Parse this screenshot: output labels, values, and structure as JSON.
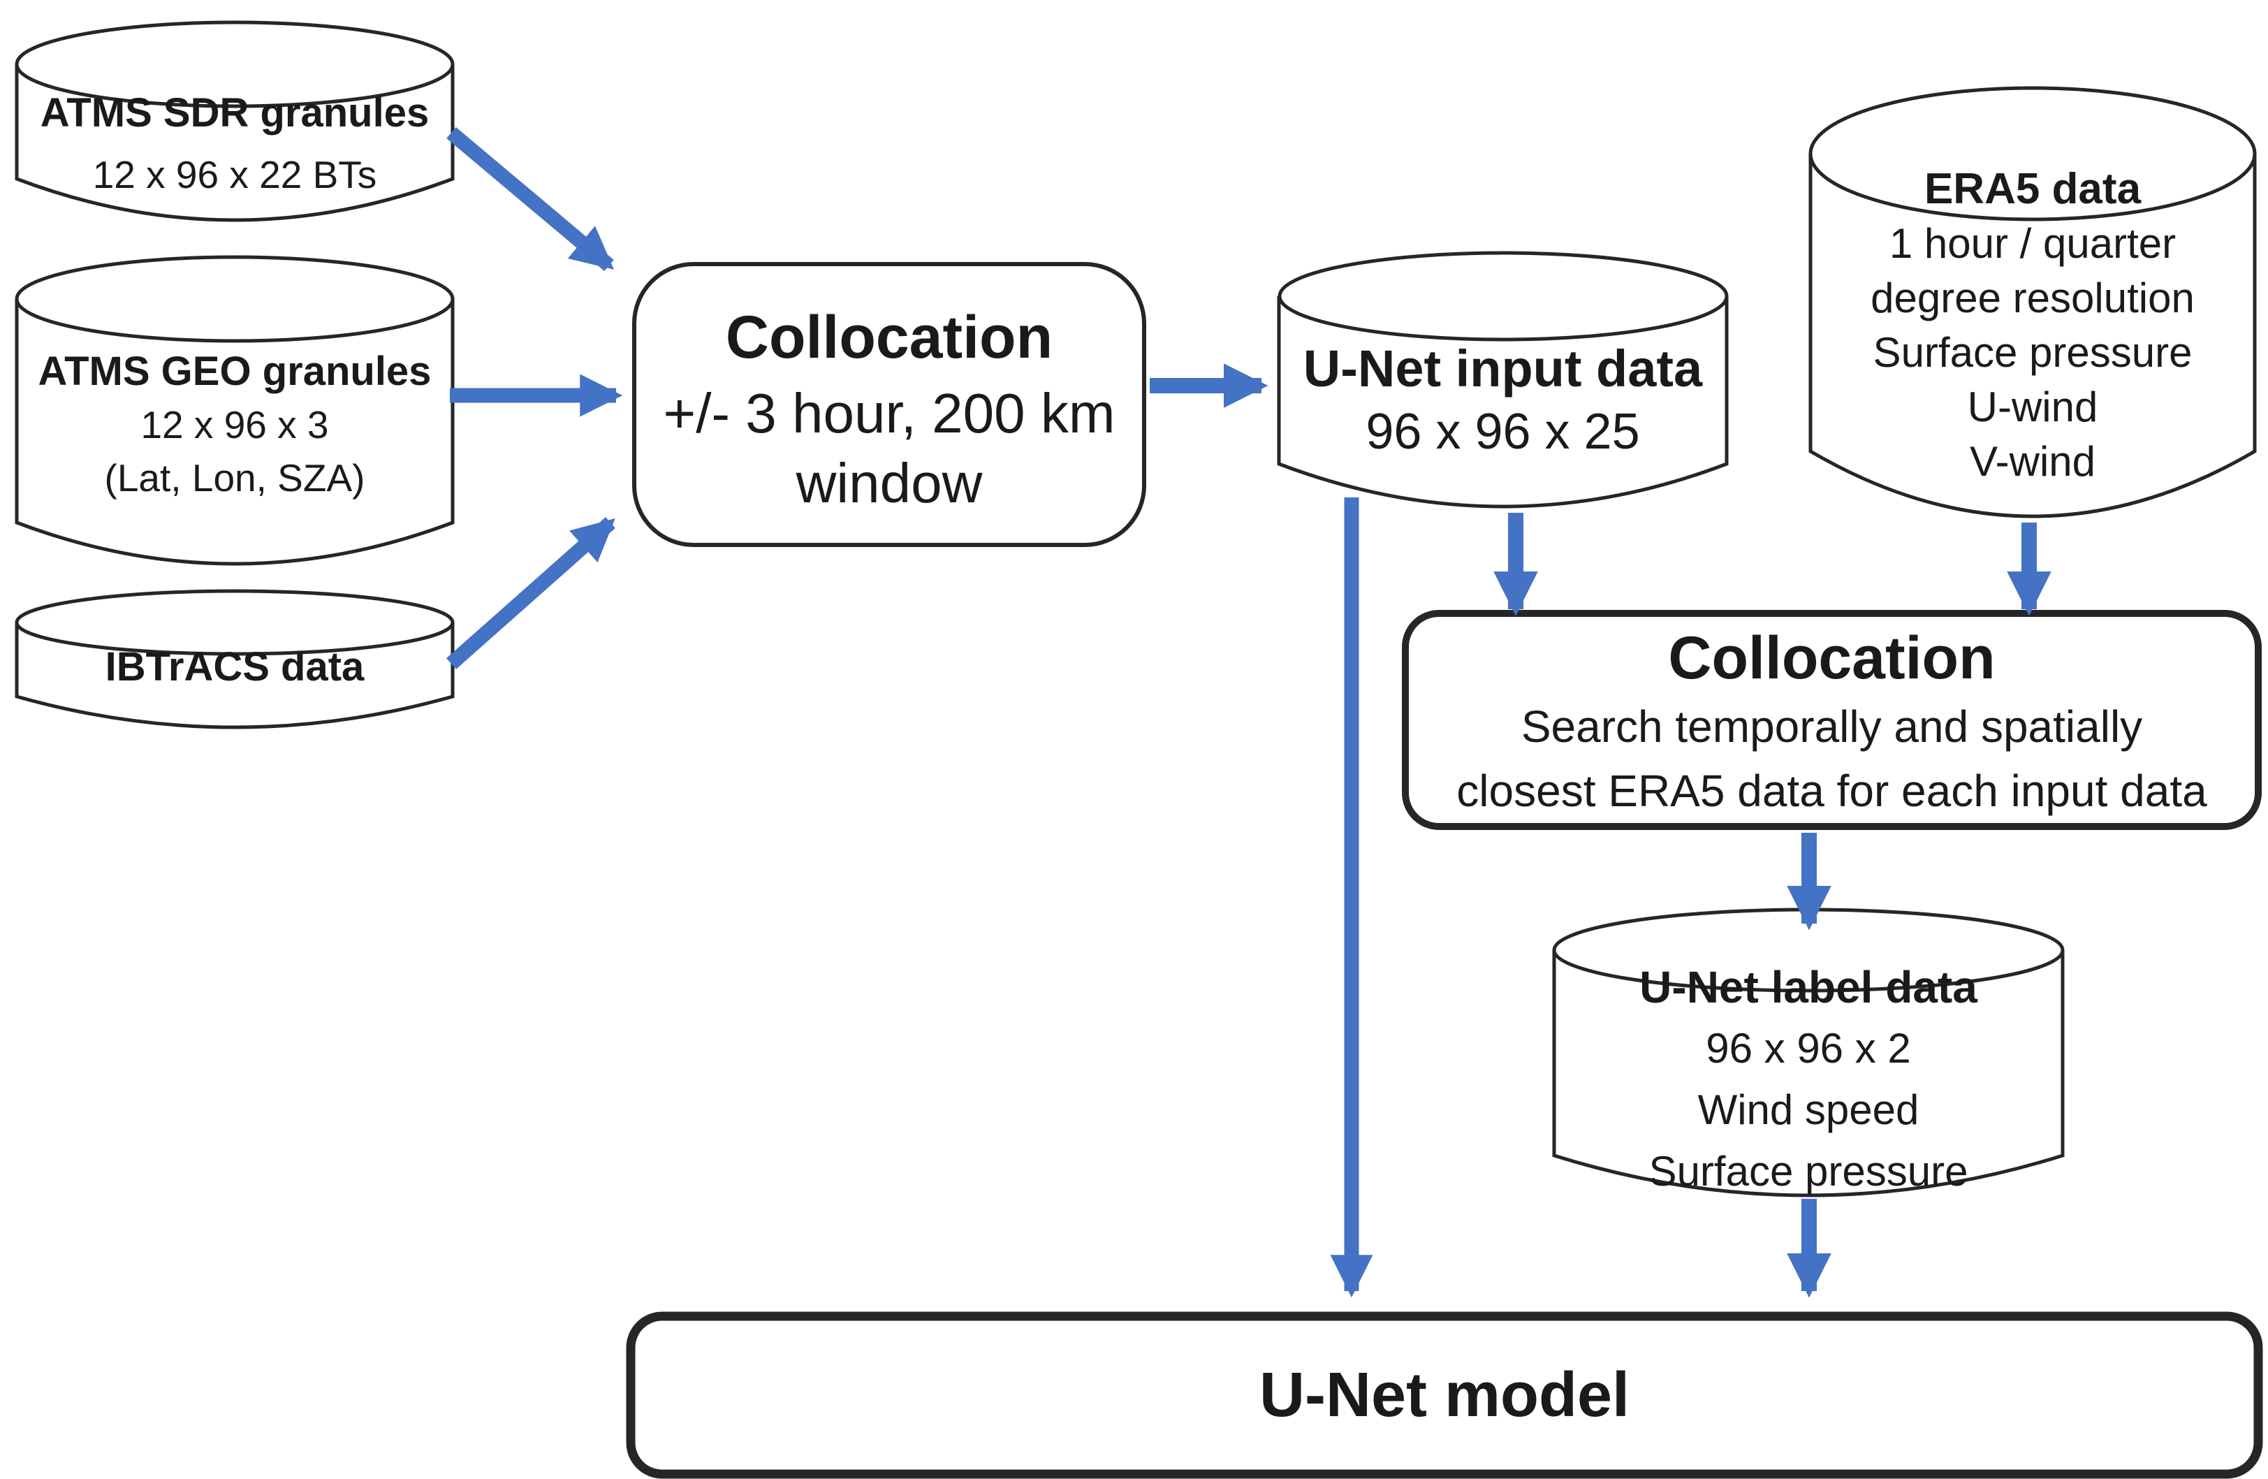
{
  "colors": {
    "arrow": "#4472C4",
    "stroke": "#262626",
    "fill": "#FFFFFF",
    "ink": "#1A1A1A"
  },
  "nodes": {
    "atms_sdr": {
      "shape": "cylinder",
      "title": "ATMS SDR granules",
      "lines": [
        "12 x 96 x 22 BTs"
      ]
    },
    "atms_geo": {
      "shape": "cylinder",
      "title": "ATMS GEO granules",
      "lines": [
        "12 x 96 x 3",
        "(Lat, Lon, SZA)"
      ]
    },
    "ibtracs": {
      "shape": "cylinder",
      "title": "IBTrACS data",
      "lines": []
    },
    "collocation_1": {
      "shape": "rounded-box",
      "title": "Collocation",
      "lines": [
        "+/- 3 hour, 200 km",
        "window"
      ]
    },
    "unet_input": {
      "shape": "cylinder",
      "title": "U-Net input data",
      "lines": [
        "96 x 96 x 25"
      ]
    },
    "era5": {
      "shape": "cylinder",
      "title": "ERA5 data",
      "lines": [
        "1 hour / quarter",
        "degree resolution",
        "Surface pressure",
        "U-wind",
        "V-wind"
      ]
    },
    "collocation_2": {
      "shape": "rounded-box",
      "title": "Collocation",
      "lines": [
        "Search temporally and spatially",
        "closest ERA5 data for each input data"
      ]
    },
    "unet_label": {
      "shape": "cylinder",
      "title": "U-Net label data",
      "lines": [
        "96 x 96 x 2",
        "Wind speed",
        "Surface pressure"
      ]
    },
    "unet_model": {
      "shape": "rounded-box",
      "title": "U-Net model",
      "lines": []
    }
  },
  "edges": [
    {
      "from": "atms_sdr",
      "to": "collocation_1"
    },
    {
      "from": "atms_geo",
      "to": "collocation_1"
    },
    {
      "from": "ibtracs",
      "to": "collocation_1"
    },
    {
      "from": "collocation_1",
      "to": "unet_input"
    },
    {
      "from": "unet_input",
      "to": "unet_model"
    },
    {
      "from": "unet_input",
      "to": "collocation_2"
    },
    {
      "from": "era5",
      "to": "collocation_2"
    },
    {
      "from": "collocation_2",
      "to": "unet_label"
    },
    {
      "from": "unet_label",
      "to": "unet_model"
    }
  ]
}
